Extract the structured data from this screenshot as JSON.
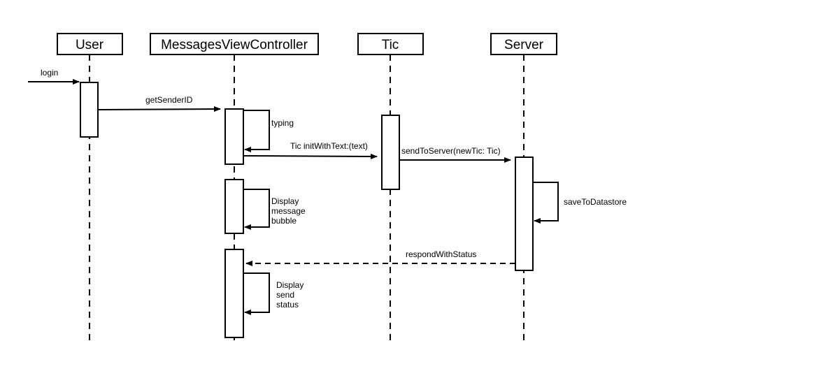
{
  "participants": {
    "user": "User",
    "mvc": "MessagesViewController",
    "tic": "Tic",
    "server": "Server"
  },
  "messages": {
    "login": "login",
    "get_sender_id": "getSenderID",
    "typing": "typing",
    "tic_init": "Tic initWithText:(text)",
    "send_to_server": "sendToServer(newTic: Tic)",
    "display_bubble": [
      "Display",
      "message",
      "bubble"
    ],
    "save_to_datastore": "saveToDatastore",
    "respond_with_status": "respondWithStatus",
    "display_status": [
      "Display",
      "send",
      "status"
    ]
  }
}
